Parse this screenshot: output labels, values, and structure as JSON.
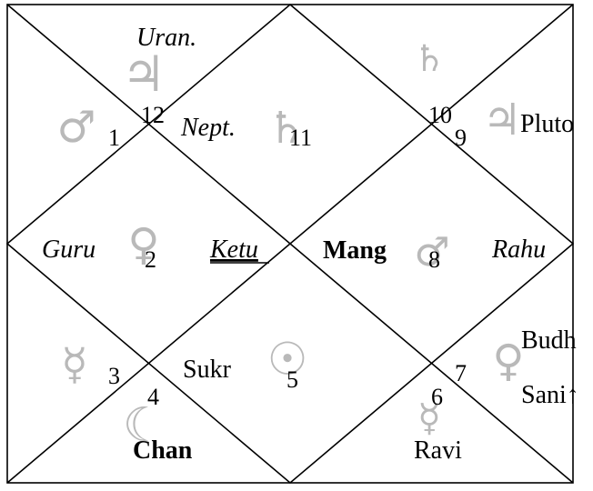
{
  "colors": {
    "lines": "#000000",
    "glyphs": "#b9b9b9",
    "text": "#000000"
  },
  "sign_glyphs": {
    "jupiter_top": "♃",
    "mars_left": "♂",
    "saturn_mid": "♄",
    "saturn_top_right": "♄",
    "jupiter_right": "♃",
    "venus_left": "♀",
    "mars_right": "♂",
    "mercury_left": "☿",
    "sun_center": "☉",
    "venus_right": "♀",
    "moon_bottom": "☾",
    "mercury_bottom": "☿"
  },
  "houses": {
    "h1": "1",
    "h2": "2",
    "h3": "3",
    "h4": "4",
    "h5": "5",
    "h6": "6",
    "h7": "7",
    "h8": "8",
    "h9": "9",
    "h10": "10",
    "h11": "11",
    "h12": "12"
  },
  "planets": {
    "uran": "Uran.",
    "nept": "Nept.",
    "pluto": "Pluto",
    "guru": "Guru",
    "ketu": "Ketu",
    "mang": "Mang",
    "rahu": "Rahu",
    "sukr": "Sukr",
    "budh": "Budh",
    "sani": "Sani↑",
    "chan": "Chan",
    "ravi": "Ravi"
  }
}
